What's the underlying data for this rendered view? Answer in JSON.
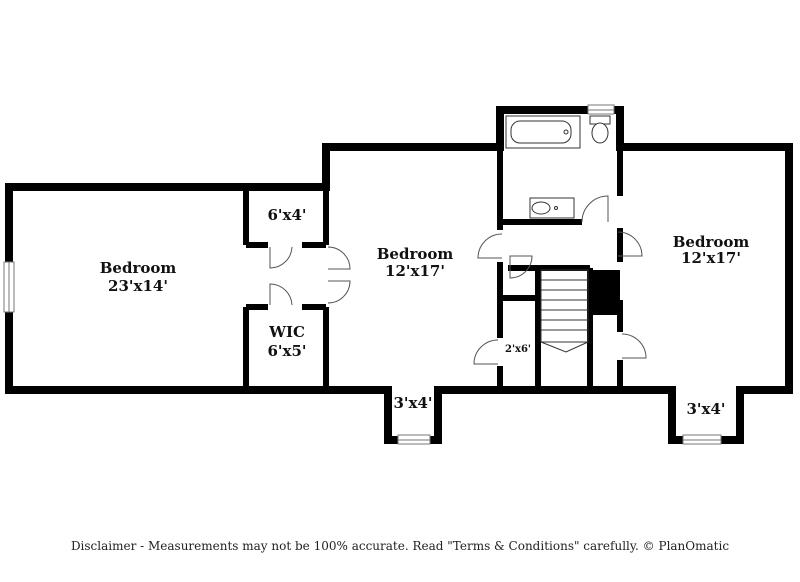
{
  "rooms": {
    "bedroom_left": {
      "name": "Bedroom",
      "size": "23'x14'"
    },
    "closet_6x4": {
      "size": "6'x4'"
    },
    "wic": {
      "name": "WIC",
      "size": "6'x5'"
    },
    "bedroom_center": {
      "name": "Bedroom",
      "size": "12'x17'"
    },
    "closet_2x6": {
      "size": "2'x6'"
    },
    "bedroom_right": {
      "name": "Bedroom",
      "size": "12'x17'"
    },
    "bay_center": {
      "size": "3'x4'"
    },
    "bay_right": {
      "size": "3'x4'"
    }
  },
  "disclaimer": "Disclaimer - Measurements may not be 100% accurate. Read \"Terms & Conditions\" carefully. © PlanOmatic"
}
